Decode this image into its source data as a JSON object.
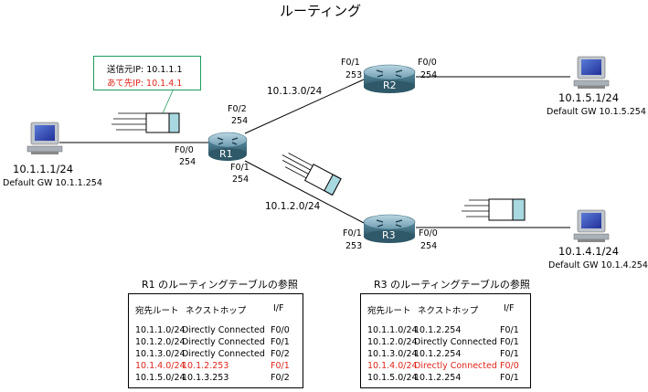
{
  "title": "ルーティング",
  "info_box": {
    "src": "送信元IP: 10.1.1.1",
    "dst": "あて先IP: 10.1.4.1"
  },
  "hosts": {
    "h1": {
      "ip": "10.1.1.1/24",
      "gw": "Default GW 10.1.1.254"
    },
    "h2": {
      "ip": "10.1.5.1/24",
      "gw": "Default GW 10.1.5.254"
    },
    "h3": {
      "ip": "10.1.4.1/24",
      "gw": "Default GW 10.1.4.254"
    }
  },
  "routers": {
    "r1": {
      "name": "R1"
    },
    "r2": {
      "name": "R2"
    },
    "r3": {
      "name": "R3"
    }
  },
  "ports": {
    "r1_f00": {
      "name": "F0/0",
      "addr": "254"
    },
    "r1_f02": {
      "name": "F0/2",
      "addr": "254"
    },
    "r1_f01": {
      "name": "F0/1",
      "addr": "254"
    },
    "r2_f01": {
      "name": "F0/1",
      "addr": "253"
    },
    "r2_f00": {
      "name": "F0/0",
      "addr": "254"
    },
    "r3_f01": {
      "name": "F0/1",
      "addr": "253"
    },
    "r3_f00": {
      "name": "F0/0",
      "addr": "254"
    }
  },
  "networks": {
    "n13": "10.1.3.0/24",
    "n12": "10.1.2.0/24"
  },
  "tables": {
    "r1": {
      "title": "R1 のルーティングテーブルの参照",
      "headers": [
        "宛先ルート",
        "ネクストホップ",
        "I/F"
      ],
      "rows": [
        {
          "dest": "10.1.1.0/24",
          "next": "Directly Connected",
          "iface": "F0/0",
          "hl": false
        },
        {
          "dest": "10.1.2.0/24",
          "next": "Directly Connected",
          "iface": "F0/1",
          "hl": false
        },
        {
          "dest": "10.1.3.0/24",
          "next": "Directly Connected",
          "iface": "F0/2",
          "hl": false
        },
        {
          "dest": "10.1.4.0/24",
          "next": "10.1.2.253",
          "iface": "F0/1",
          "hl": true
        },
        {
          "dest": "10.1.5.0/24",
          "next": "10.1.3.253",
          "iface": "F0/2",
          "hl": false
        }
      ]
    },
    "r3": {
      "title": "R3 のルーティングテーブルの参照",
      "headers": [
        "宛先ルート",
        "ネクストホップ",
        "I/F"
      ],
      "rows": [
        {
          "dest": "10.1.1.0/24",
          "next": "10.1.2.254",
          "iface": "F0/1",
          "hl": false
        },
        {
          "dest": "10.1.2.0/24",
          "next": "Directly Connected",
          "iface": "F0/1",
          "hl": false
        },
        {
          "dest": "10.1.3.0/24",
          "next": "10.1.2.254",
          "iface": "F0/1",
          "hl": false
        },
        {
          "dest": "10.1.4.0/24",
          "next": "Directly Connected",
          "iface": "F0/0",
          "hl": true
        },
        {
          "dest": "10.1.5.0/24",
          "next": "10.1.2.254",
          "iface": "F0/1",
          "hl": false
        }
      ]
    }
  },
  "colors": {
    "highlight": "#e0251a",
    "router_body": "#4d7d8f",
    "router_top": "#8fb8c8",
    "packet_header": "#a8d8e0",
    "infobox_border": "#1e9b5c"
  }
}
